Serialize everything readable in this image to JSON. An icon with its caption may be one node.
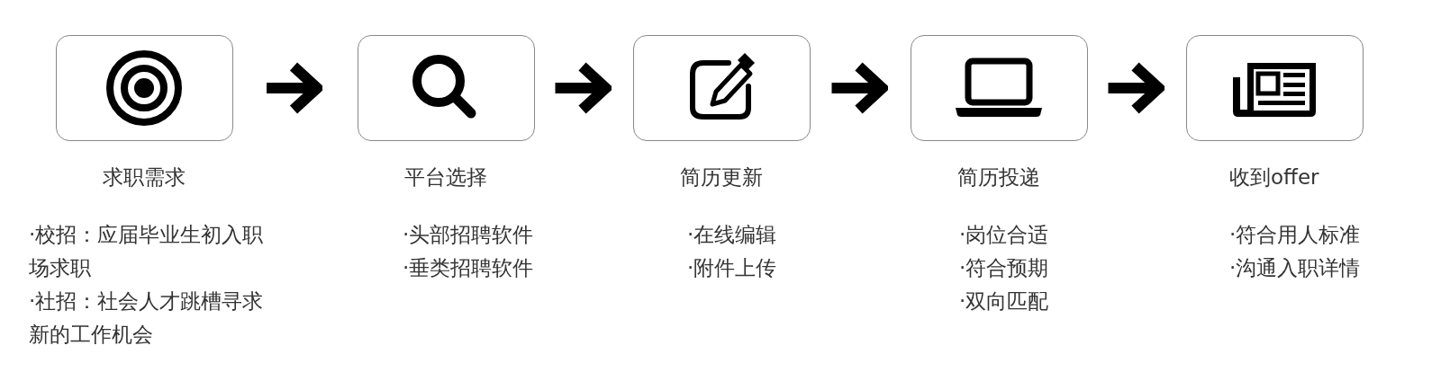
{
  "diagram": {
    "nodes": [
      {
        "text": [
          "求职需求",
          "·校招：应届毕业生初入职场求职",
          "·社招：社会人才跳槽寻求新的工作机会"
        ]
      },
      {
        "text": [
          "平台选择",
          "·头部招聘软件",
          "·垂类招聘软件"
        ]
      },
      {
        "text": [
          "简历更新",
          "·在线编辑",
          "·附件上传"
        ]
      },
      {
        "text": [
          "简历投递",
          "·岗位合适",
          "·符合预期",
          "·双向匹配"
        ]
      },
      {
        "text": [
          "收到offer",
          "·符合用人标准",
          "·沟通入职详情"
        ]
      }
    ],
    "edges": [
      {
        "from": 0,
        "to": 1,
        "arrow": "to"
      },
      {
        "from": 1,
        "to": 2,
        "arrow": "to"
      },
      {
        "from": 2,
        "to": 3,
        "arrow": "to"
      },
      {
        "from": 3,
        "to": 4,
        "arrow": "to"
      }
    ]
  }
}
